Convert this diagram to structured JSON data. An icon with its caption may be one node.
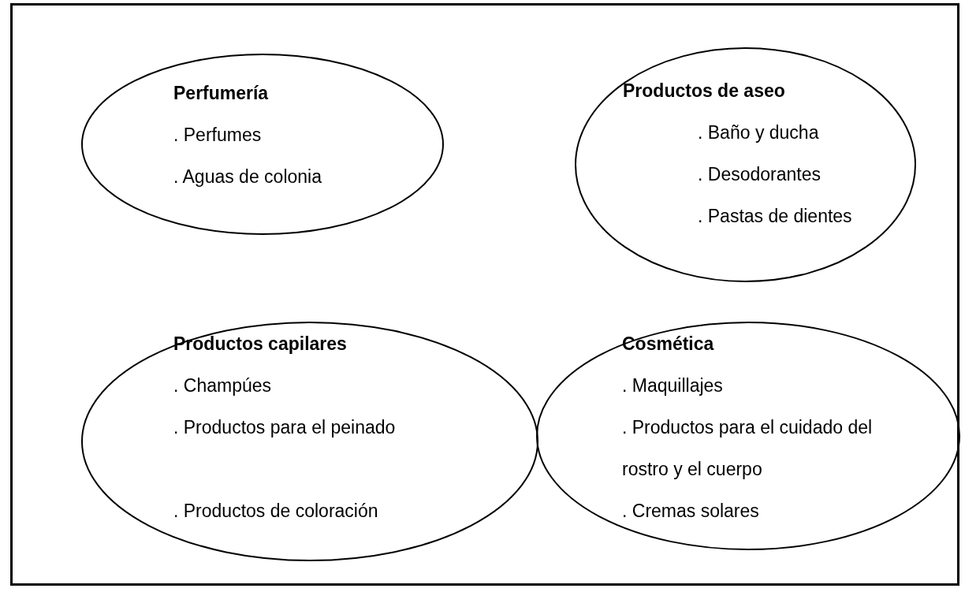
{
  "diagram": {
    "nodes": [
      {
        "text": [
          "Perfumería",
          ". Perfumes",
          ". Aguas de colonia"
        ]
      },
      {
        "text": [
          "Productos de aseo",
          ". Baño y ducha",
          ". Desodorantes",
          ". Pastas de dientes"
        ]
      },
      {
        "text": [
          "Productos capilares",
          ". Champúes",
          ". Productos para el peinado",
          ". Productos de coloración"
        ]
      },
      {
        "text": [
          "Cosmética",
          ". Maquillajes",
          ". Productos para el cuidado del rostro y el cuerpo",
          ". Cremas solares"
        ]
      }
    ]
  }
}
